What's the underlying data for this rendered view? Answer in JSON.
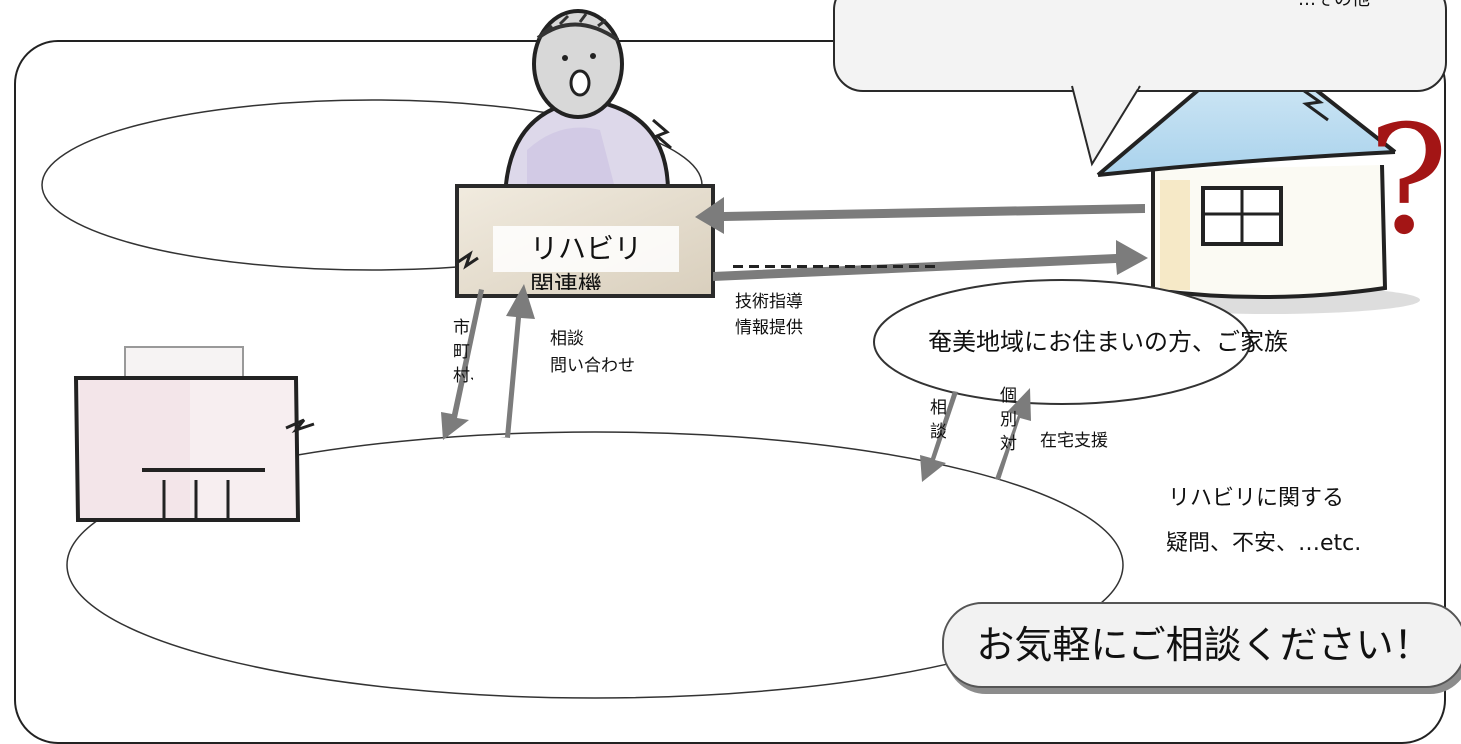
{
  "bubble": {
    "tail_text": "…その他"
  },
  "center": {
    "label": "リハビリ",
    "sublabel_cut": "関連機"
  },
  "resident_ellipse": {
    "label": "奄美地域にお住まいの方、ご家族"
  },
  "arrows": {
    "left_down": {
      "label": "市町村、"
    },
    "left_up": {
      "label_line1": "相談",
      "label_line2": "問い合わせ"
    },
    "to_house": {
      "label_line1": "技術指導",
      "label_line2": "情報提供"
    },
    "right_down": {
      "label": "相談"
    },
    "right_up": {
      "label_vertical": "個別対",
      "label_side": "在宅支援"
    }
  },
  "concerns": {
    "line1": "リハビリに関する",
    "line2": "疑問、不安、…etc."
  },
  "cta": {
    "label": "お気軽にご相談ください！"
  },
  "decor": {
    "question_mark": "?"
  },
  "colors": {
    "arrow": "#7c7c7c",
    "question": "#a31515",
    "outline": "#222222"
  }
}
